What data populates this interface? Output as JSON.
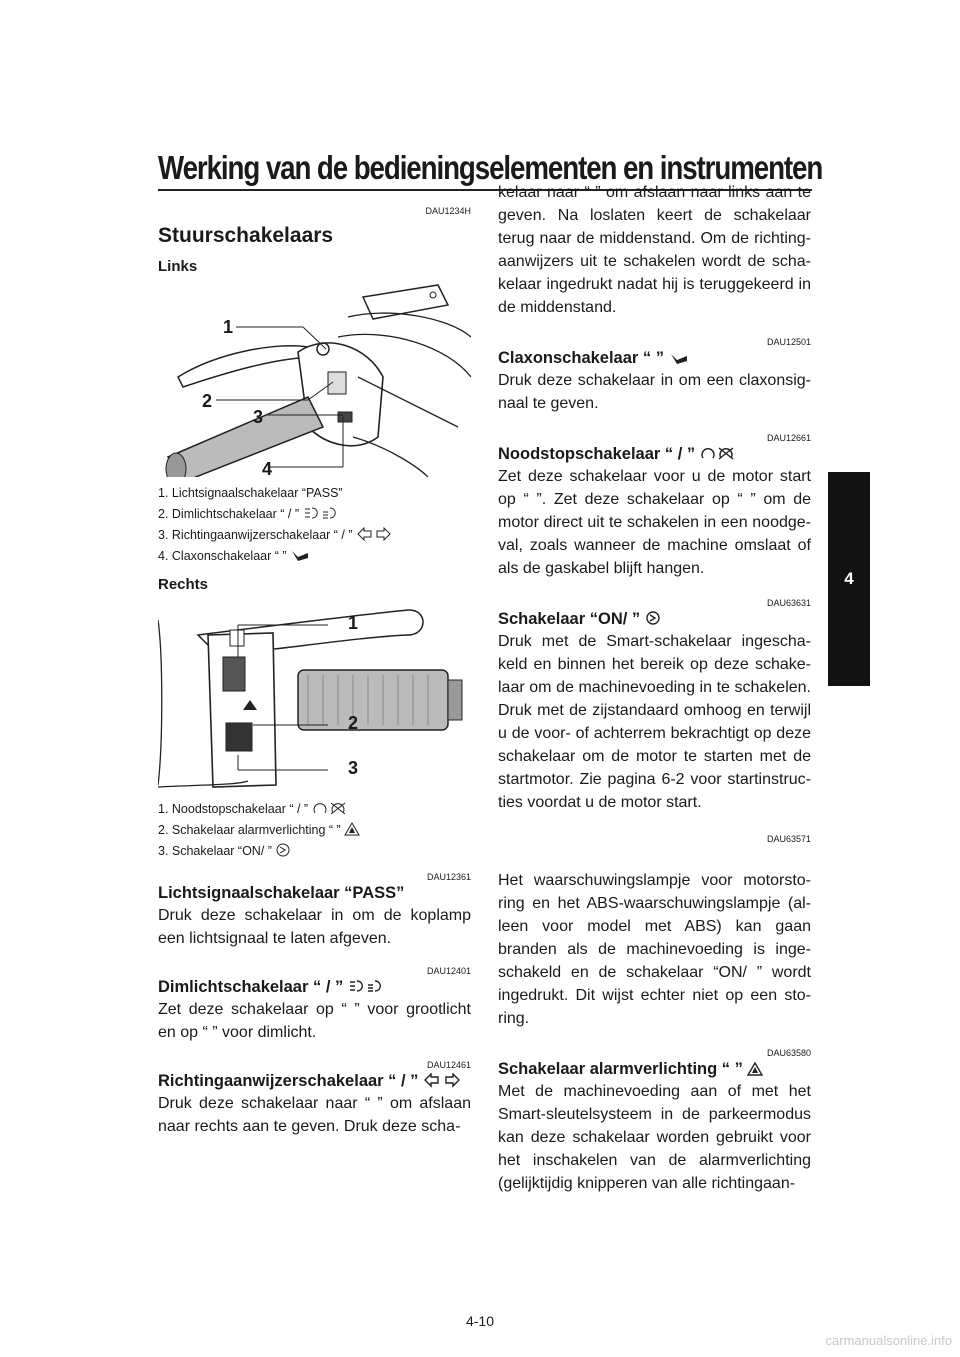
{
  "header": {
    "title": "Werking van de bedieningselementen en instrumenten"
  },
  "tab": {
    "number": "4"
  },
  "left": {
    "code1": "DAU1234H",
    "section_title": "Stuurschakelaars",
    "links_label": "Links",
    "fig1_callouts": [
      "1",
      "2",
      "3",
      "4"
    ],
    "fig1_caption": [
      "1. Lichtsignaalschakelaar “PASS”",
      "2. Dimlichtschakelaar “ / ”",
      "3. Richtingaanwijzerschakelaar “ / ”",
      "4. Claxonschakelaar “ ”"
    ],
    "rechts_label": "Rechts",
    "fig2_callouts": [
      "1",
      "2",
      "3"
    ],
    "fig2_caption": [
      "1. Noodstopschakelaar “ / ”",
      "2. Schakelaar alarmverlichting “ ”",
      "3. Schakelaar “ON/ ”"
    ],
    "code2": "DAU12361",
    "pass_title": "Lichtsignaalschakelaar “PASS”",
    "pass_body": "Druk deze schakelaar in om de koplamp een lichtsignaal te laten afgeven.",
    "code3": "DAU12401",
    "dim_title": "Dimlichtschakelaar “ / ”",
    "dim_body": "Zet deze schakelaar op “ ” voor grootlicht en op “ ” voor dimlicht.",
    "code4": "DAU12461",
    "turn_title": "Richtingaanwijzerschakelaar “ / ”",
    "turn_body": "Druk deze schakelaar naar “ ” om afslaan naar rechts aan te geven. Druk deze scha-"
  },
  "right": {
    "turn_cont": "kelaar naar “ ” om afslaan naar links aan te geven. Na loslaten keert de schakelaar terug naar de middenstand. Om de richting-aanwijzers uit te schakelen wordt de scha-kelaar ingedrukt nadat hij is teruggekeerd in de middenstand.",
    "code5": "DAU12501",
    "horn_title": "Claxonschakelaar “ ”",
    "horn_body": "Druk deze schakelaar in om een claxonsig-naal te geven.",
    "code6": "DAU12661",
    "stop_title": "Noodstopschakelaar “ / ”",
    "stop_body": "Zet deze schakelaar voor u de motor start op “ ”. Zet deze schakelaar op “ ” om de motor direct uit te schakelen in een noodge-val, zoals wanneer de machine omslaat of als de gaskabel blijft hangen.",
    "code7": "DAU63631",
    "on_title": "Schakelaar “ON/ ”",
    "on_body": "Druk met de Smart-schakelaar ingescha-keld en binnen het bereik op deze schake-laar om de machinevoeding in te schakelen. Druk met de zijstandaard omhoog en terwijl u de voor- of achterrem bekrachtigt op deze schakelaar om de motor te starten met de startmotor. Zie pagina 6-2 voor startinstruc-ties voordat u de motor start.",
    "code8": "DAU63571",
    "warn_body": "Het waarschuwingslampje voor motorsto-ring en het ABS-waarschuwingslampje (al-leen voor model met ABS) kan gaan branden als de machinevoeding is inge-schakeld en de schakelaar “ON/ ” wordt ingedrukt. Dit wijst echter niet op een sto-ring.",
    "code9": "DAU63580",
    "hazard_title": "Schakelaar alarmverlichting “ ”",
    "hazard_body": "Met de machinevoeding aan of met het Smart-sleutelsysteem in de parkeermodus kan deze schakelaar worden gebruikt voor het inschakelen van de alarmverlichting (gelijktijdig knipperen van alle richtingaan-"
  },
  "footer": {
    "page": "4-10"
  },
  "watermark": {
    "text": "carmanualsonline.info"
  }
}
